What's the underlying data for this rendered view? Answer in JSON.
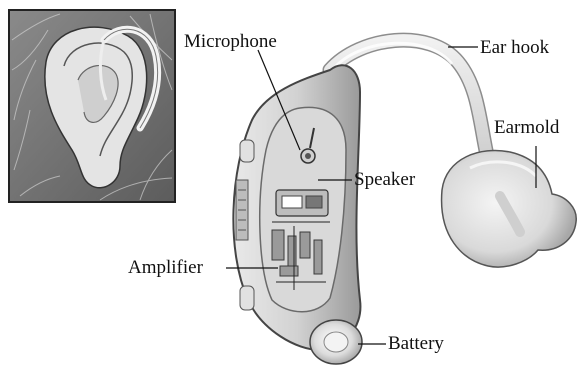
{
  "labels": {
    "microphone": "Microphone",
    "ear_hook": "Ear hook",
    "earmold": "Earmold",
    "speaker": "Speaker",
    "amplifier": "Amplifier",
    "battery": "Battery"
  }
}
